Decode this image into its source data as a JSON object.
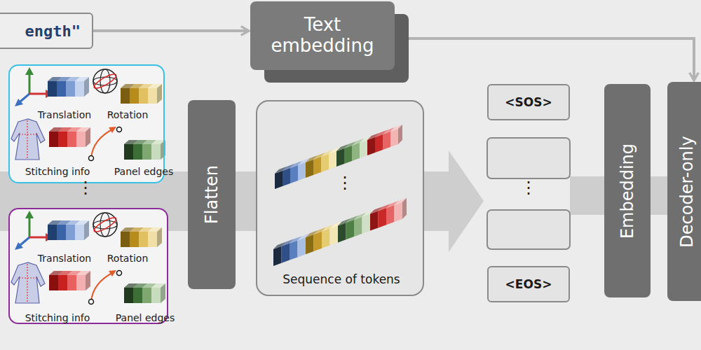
{
  "diagram": {
    "nodes": [
      {
        "text": [
          "ength\""
        ]
      },
      {
        "text": [
          "Text embedding"
        ]
      },
      {
        "text": [
          "Translation",
          "Rotation",
          "Stitching info",
          "Panel edges"
        ]
      },
      {
        "text": [
          "Translation",
          "Rotation",
          "Stitching info",
          "Panel edges"
        ]
      },
      {
        "text": [
          "Flatten"
        ]
      },
      {
        "text": [
          "⋮",
          "Sequence of tokens"
        ]
      },
      {
        "text": [
          "<SOS>"
        ]
      },
      {
        "text": [
          "<EOS>"
        ]
      },
      {
        "text": [
          "Embedding"
        ]
      },
      {
        "text": [
          "Decoder-only"
        ]
      }
    ],
    "edges": [
      {
        "from": 0,
        "to": 1,
        "arrow": "to"
      },
      {
        "from": 1,
        "to": 9,
        "arrow": "to"
      }
    ],
    "labels": [
      "⋮",
      "⋮"
    ]
  }
}
